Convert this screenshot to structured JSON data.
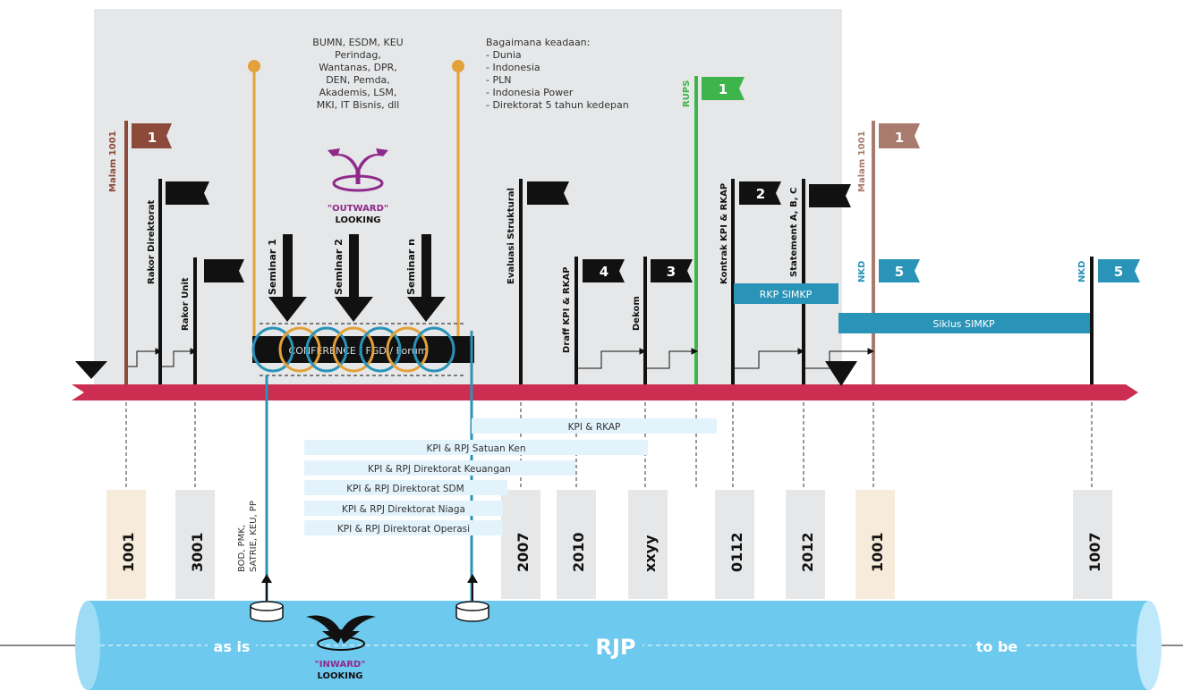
{
  "stakeholders": [
    "BUMN, ESDM, KEU",
    "Perindag,",
    "Wantanas, DPR,",
    "DEN, Pemda,",
    "Akademis, LSM,",
    "MKI, IT Bisnis, dll"
  ],
  "context": [
    "Bagaimana keadaan:",
    "- Dunia",
    "- Indonesia",
    "- PLN",
    "- Indonesia Power",
    "- Direktorat 5 tahun kedepan"
  ],
  "outward": {
    "word": "\"OUTWARD\"",
    "looking": "LOOKING"
  },
  "inward": {
    "word": "\"INWARD\"",
    "looking": "LOOKING"
  },
  "seminars": [
    "Seminar 1",
    "Seminar 2",
    "Seminar n"
  ],
  "conference_label": "CONFERENCE / FGD / Forum",
  "milestones": [
    {
      "label": "Malam 1001",
      "flag": "1"
    },
    {
      "label": "Rakor Direktorat",
      "flag": ""
    },
    {
      "label": "Rakor  Unit",
      "flag": ""
    },
    {
      "label": "Evaluasi Struktural",
      "flag": ""
    },
    {
      "label": "Draff KPI & RKAP",
      "flag": "4"
    },
    {
      "label": "Dekom",
      "flag": "3"
    },
    {
      "label": "RUPS",
      "flag": "1"
    },
    {
      "label": "Kontrak KPI & RKAP",
      "flag": "2"
    },
    {
      "label": "Statement A, B, C",
      "flag": ""
    },
    {
      "label": "Malam 1001",
      "flag": "1"
    },
    {
      "label": "NKD",
      "flag": "5"
    },
    {
      "label": "NKD",
      "flag": "5"
    }
  ],
  "bars": {
    "rkp": "RKP SIMKP",
    "siklus": "Siklus SIMKP"
  },
  "kpi_rows": [
    "KPI & RKAP",
    "KPI & RPJ Satuan Ken",
    "KPI & RPJ Direktorat Keuangan",
    "KPI & RPJ Direktorat SDM",
    "KPI & RPJ Direktorat Niaga",
    "KPI & RPJ Direktorat Operasi"
  ],
  "date_codes": [
    "1001",
    "3001",
    "2007",
    "2010",
    "xxyy",
    "0112",
    "2012",
    "1001",
    "1007"
  ],
  "bod_lines": [
    "BOD, PMK,",
    "SATRIE, KEU, PP"
  ],
  "pipe": {
    "left": "as is",
    "center": "RJP",
    "right": "to be"
  },
  "colors": {
    "timeline": "#cc2e52",
    "gray_panel": "#e6e7e8",
    "orange": "#e3a13a",
    "green": "#3db54a",
    "teal": "#2a93b8",
    "brown": "#8b4a3a",
    "magenta": "#8e2a8a",
    "pipe": "#6ec9ef",
    "light_blue": "#e3f3fb",
    "cream": "#f7ecdb"
  }
}
